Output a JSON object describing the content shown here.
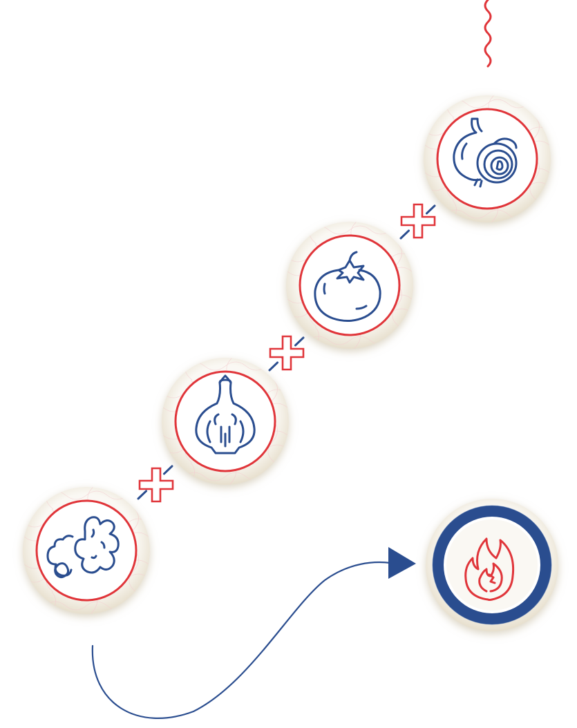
{
  "colors": {
    "navy": "#2a4d8f",
    "red": "#e0353a",
    "cream": "#f3efe6",
    "cream_shadow": "#d9cfba",
    "topo_line": "#f2c6c8",
    "white": "#ffffff"
  },
  "ingredients": [
    {
      "name": "onion",
      "icon": "onion-icon"
    },
    {
      "name": "tomato",
      "icon": "tomato-icon"
    },
    {
      "name": "garlic",
      "icon": "garlic-icon"
    },
    {
      "name": "ginger",
      "icon": "ginger-icon"
    }
  ],
  "result": {
    "name": "fire",
    "icon": "fire-icon"
  },
  "connectors": {
    "plus": "plus-icon",
    "arrow": "arrow-icon",
    "squiggle": "squiggle-line"
  }
}
